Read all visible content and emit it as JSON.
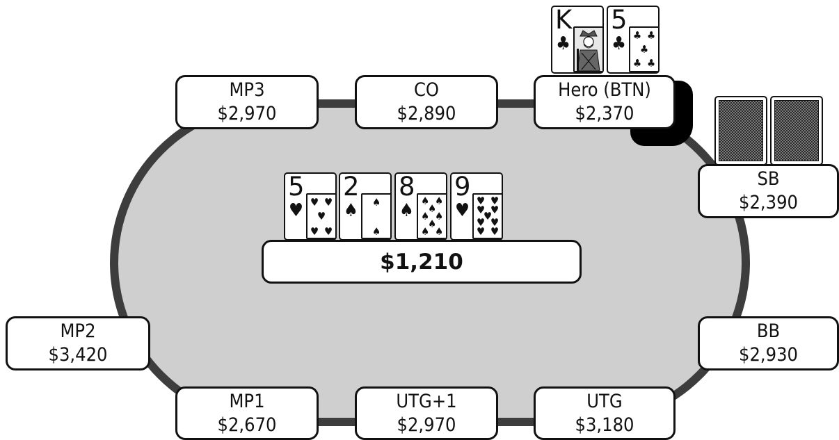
{
  "pot": {
    "amount": "$1,210"
  },
  "seats": [
    {
      "key": "mp3",
      "position": "MP3",
      "stack": "$2,970"
    },
    {
      "key": "co",
      "position": "CO",
      "stack": "$2,890"
    },
    {
      "key": "hero",
      "position": "Hero (BTN)",
      "stack": "$2,370"
    },
    {
      "key": "sb",
      "position": "SB",
      "stack": "$2,390"
    },
    {
      "key": "bb",
      "position": "BB",
      "stack": "$2,930"
    },
    {
      "key": "utg",
      "position": "UTG",
      "stack": "$3,180"
    },
    {
      "key": "utg1",
      "position": "UTG+1",
      "stack": "$2,970"
    },
    {
      "key": "mp1",
      "position": "MP1",
      "stack": "$2,670"
    },
    {
      "key": "mp2",
      "position": "MP2",
      "stack": "$3,420"
    }
  ],
  "hero_cards": [
    {
      "rank": "K",
      "suit": "♣",
      "suit_name": "clubs"
    },
    {
      "rank": "5",
      "suit": "♣",
      "suit_name": "clubs"
    }
  ],
  "board": [
    {
      "rank": "5",
      "suit": "♥",
      "suit_name": "hearts"
    },
    {
      "rank": "2",
      "suit": "♠",
      "suit_name": "spades"
    },
    {
      "rank": "8",
      "suit": "♠",
      "suit_name": "spades"
    },
    {
      "rank": "9",
      "suit": "♥",
      "suit_name": "hearts"
    }
  ],
  "sb_cards": {
    "count": 2,
    "face": "down"
  },
  "colors": {
    "felt": "#cfcfcf",
    "rail": "#3d3d3d",
    "outline": "#111111"
  }
}
